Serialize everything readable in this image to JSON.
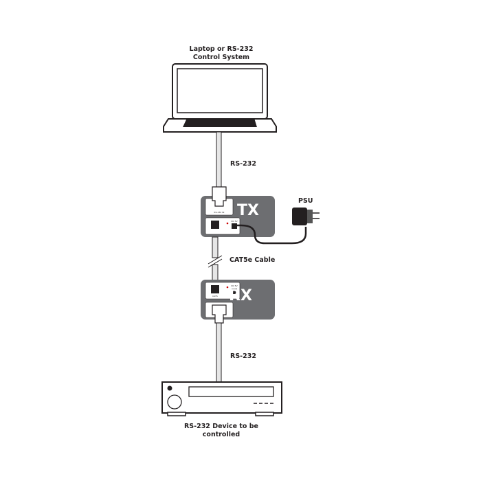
{
  "laptop": {
    "label_line1": "Laptop or RS-232",
    "label_line2": "Control System"
  },
  "cable_top": {
    "label": "RS-232"
  },
  "tx": {
    "label": "TX",
    "port_rs232": "RS-232 IN",
    "port_dc": "DC 5V"
  },
  "psu": {
    "label": "PSU"
  },
  "cat_cable": {
    "label": "CAT5e Cable"
  },
  "rx": {
    "label": "RX",
    "port_cat": "CAT5",
    "port_dc": "DC 5V"
  },
  "cable_bottom": {
    "label": "RS-232"
  },
  "device": {
    "label_line1": "RS-232 Device to be",
    "label_line2": "controlled"
  },
  "colors": {
    "box": "#6d6e71",
    "line": "#231f20",
    "cable": "#d9d9d9"
  }
}
